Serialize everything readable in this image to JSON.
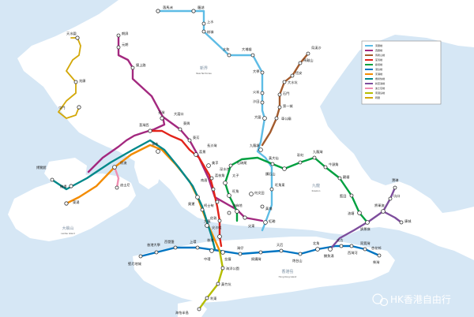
{
  "colors": {
    "water": "#d6e7f5",
    "land": "#ffffff",
    "east_rail": "#5ebce5",
    "west_rail": "#a3287f",
    "ma_on_shan": "#a35b2d",
    "tsuen_wan": "#e2231a",
    "kwun_tong": "#00a040",
    "island": "#0075c2",
    "tung_chung": "#f38b00",
    "airport_express": "#00888a",
    "tseung_kwan_o": "#7d4d9c",
    "disneyland": "#f08eb1",
    "south_island": "#b5bd00",
    "light_rail": "#d3a809"
  },
  "regions": {
    "new_territories_zh": "新界",
    "new_territories_en": "New Territories",
    "kowloon_zh": "九龍",
    "kowloon_en": "Kowloon",
    "lantau_zh": "大嶼山",
    "lantau_en": "Lantau Island",
    "hk_island_zh": "香港島",
    "hk_island_en": "Hong Kong Island"
  },
  "stations": {
    "lok_ma_chau": "落馬洲",
    "lo_wu": "羅湖",
    "sheung_shui": "上水",
    "fanling": "粉嶺",
    "tai_wo": "太和",
    "tai_po": "大埔墟",
    "university": "大學",
    "fo_tan": "火炭",
    "sha_tin": "沙田",
    "tai_wai": "大圍",
    "kowloon_tong": "九龍塘",
    "wu_kai_sha": "烏溪沙",
    "ma_on_shan": "馬鞍山",
    "heng_on": "恆安",
    "tai_shui_hang": "大水坑",
    "shek_mun": "石門",
    "city_one": "第一城",
    "cwk_temple": "車公廟",
    "tuen_mun": "屯門",
    "siu_hong": "兆康",
    "tin_shui_wai": "天水圍",
    "long_ping": "朗屏",
    "yuen_long": "元朗",
    "kam_sheung_road": "錦上路",
    "tsuen_wan_west": "荃灣西",
    "tsuen_wan": "荃灣",
    "tai_wo_hau": "大窩口",
    "kwai_hing": "葵興",
    "kwai_fong": "葵芳",
    "lai_king": "荔景",
    "mei_foo": "美孚",
    "lai_chi_kok": "荔枝角",
    "cheung_sha_wan": "長沙灣",
    "sham_shui_po": "深水埗",
    "prince_edward": "太子",
    "mong_kok": "旺角",
    "yau_ma_tei": "油麻地",
    "jordan": "佐敦",
    "tsim_sha_tsui": "尖沙咀",
    "east_tsim_sha_tsui": "尖東",
    "austin": "柯士甸",
    "nam_cheong": "南昌",
    "olympic": "奧運",
    "kowloon": "九龍",
    "tsing_yi": "青衣",
    "sunny_bay": "欣澳",
    "disneyland": "迪士尼",
    "tung_chung": "東涌",
    "airport": "機場",
    "asiaworld": "博覽館",
    "shek_kip_mei": "石硤尾",
    "wong_tai_sin": "黃大仙",
    "diamond_hill": "鑽石山",
    "choi_hung": "彩虹",
    "kowloon_bay": "九龍灣",
    "ngau_tau_kok": "牛頭角",
    "kwun_tong": "觀塘",
    "lam_tin": "藍田",
    "yau_tong": "油塘",
    "tiu_keng_leng": "調景嶺",
    "tseung_kwan_o": "將軍澳",
    "hang_hau": "坑口",
    "po_lam": "寶琳",
    "lohas_park": "康城",
    "ho_man_tin": "何文田",
    "whampoa": "黃埔",
    "mong_kok_east": "旺角東",
    "hung_hom": "紅磡",
    "kennedy_town": "堅尼地城",
    "hku": "香港大學",
    "sai_ying_pun": "西營盤",
    "sheung_wan": "上環",
    "central": "中環",
    "admiralty": "金鐘",
    "hong_kong": "香港",
    "wan_chai": "灣仔",
    "causeway_bay": "銅鑼灣",
    "tin_hau": "天后",
    "fortress_hill": "炮台山",
    "north_point": "北角",
    "quarry_bay": "鰂魚涌",
    "tai_koo": "太古",
    "sai_wan_ho": "西灣河",
    "shau_kei_wan": "筲箕灣",
    "heng_fa_chuen": "杏花邨",
    "chai_wan": "柴灣",
    "ocean_park": "海洋公園",
    "wong_chuk_hang": "黃竹坑",
    "lei_tung": "利東",
    "south_horizons": "海怡半島"
  },
  "legend_items": [
    {
      "label": "東鐵綫",
      "color": "#5ebce5"
    },
    {
      "label": "西鐵綫",
      "color": "#a3287f"
    },
    {
      "label": "馬鞍山綫",
      "color": "#a35b2d"
    },
    {
      "label": "荃灣綫",
      "color": "#e2231a"
    },
    {
      "label": "觀塘綫",
      "color": "#00a040"
    },
    {
      "label": "港島綫",
      "color": "#0075c2"
    },
    {
      "label": "東涌綫",
      "color": "#f38b00"
    },
    {
      "label": "機場快綫",
      "color": "#00888a"
    },
    {
      "label": "將軍澳綫",
      "color": "#7d4d9c"
    },
    {
      "label": "迪士尼綫",
      "color": "#f08eb1"
    },
    {
      "label": "南港島綫",
      "color": "#b5bd00"
    },
    {
      "label": "輕鐵",
      "color": "#d3a809"
    }
  ],
  "watermark": "HK香港自由行"
}
